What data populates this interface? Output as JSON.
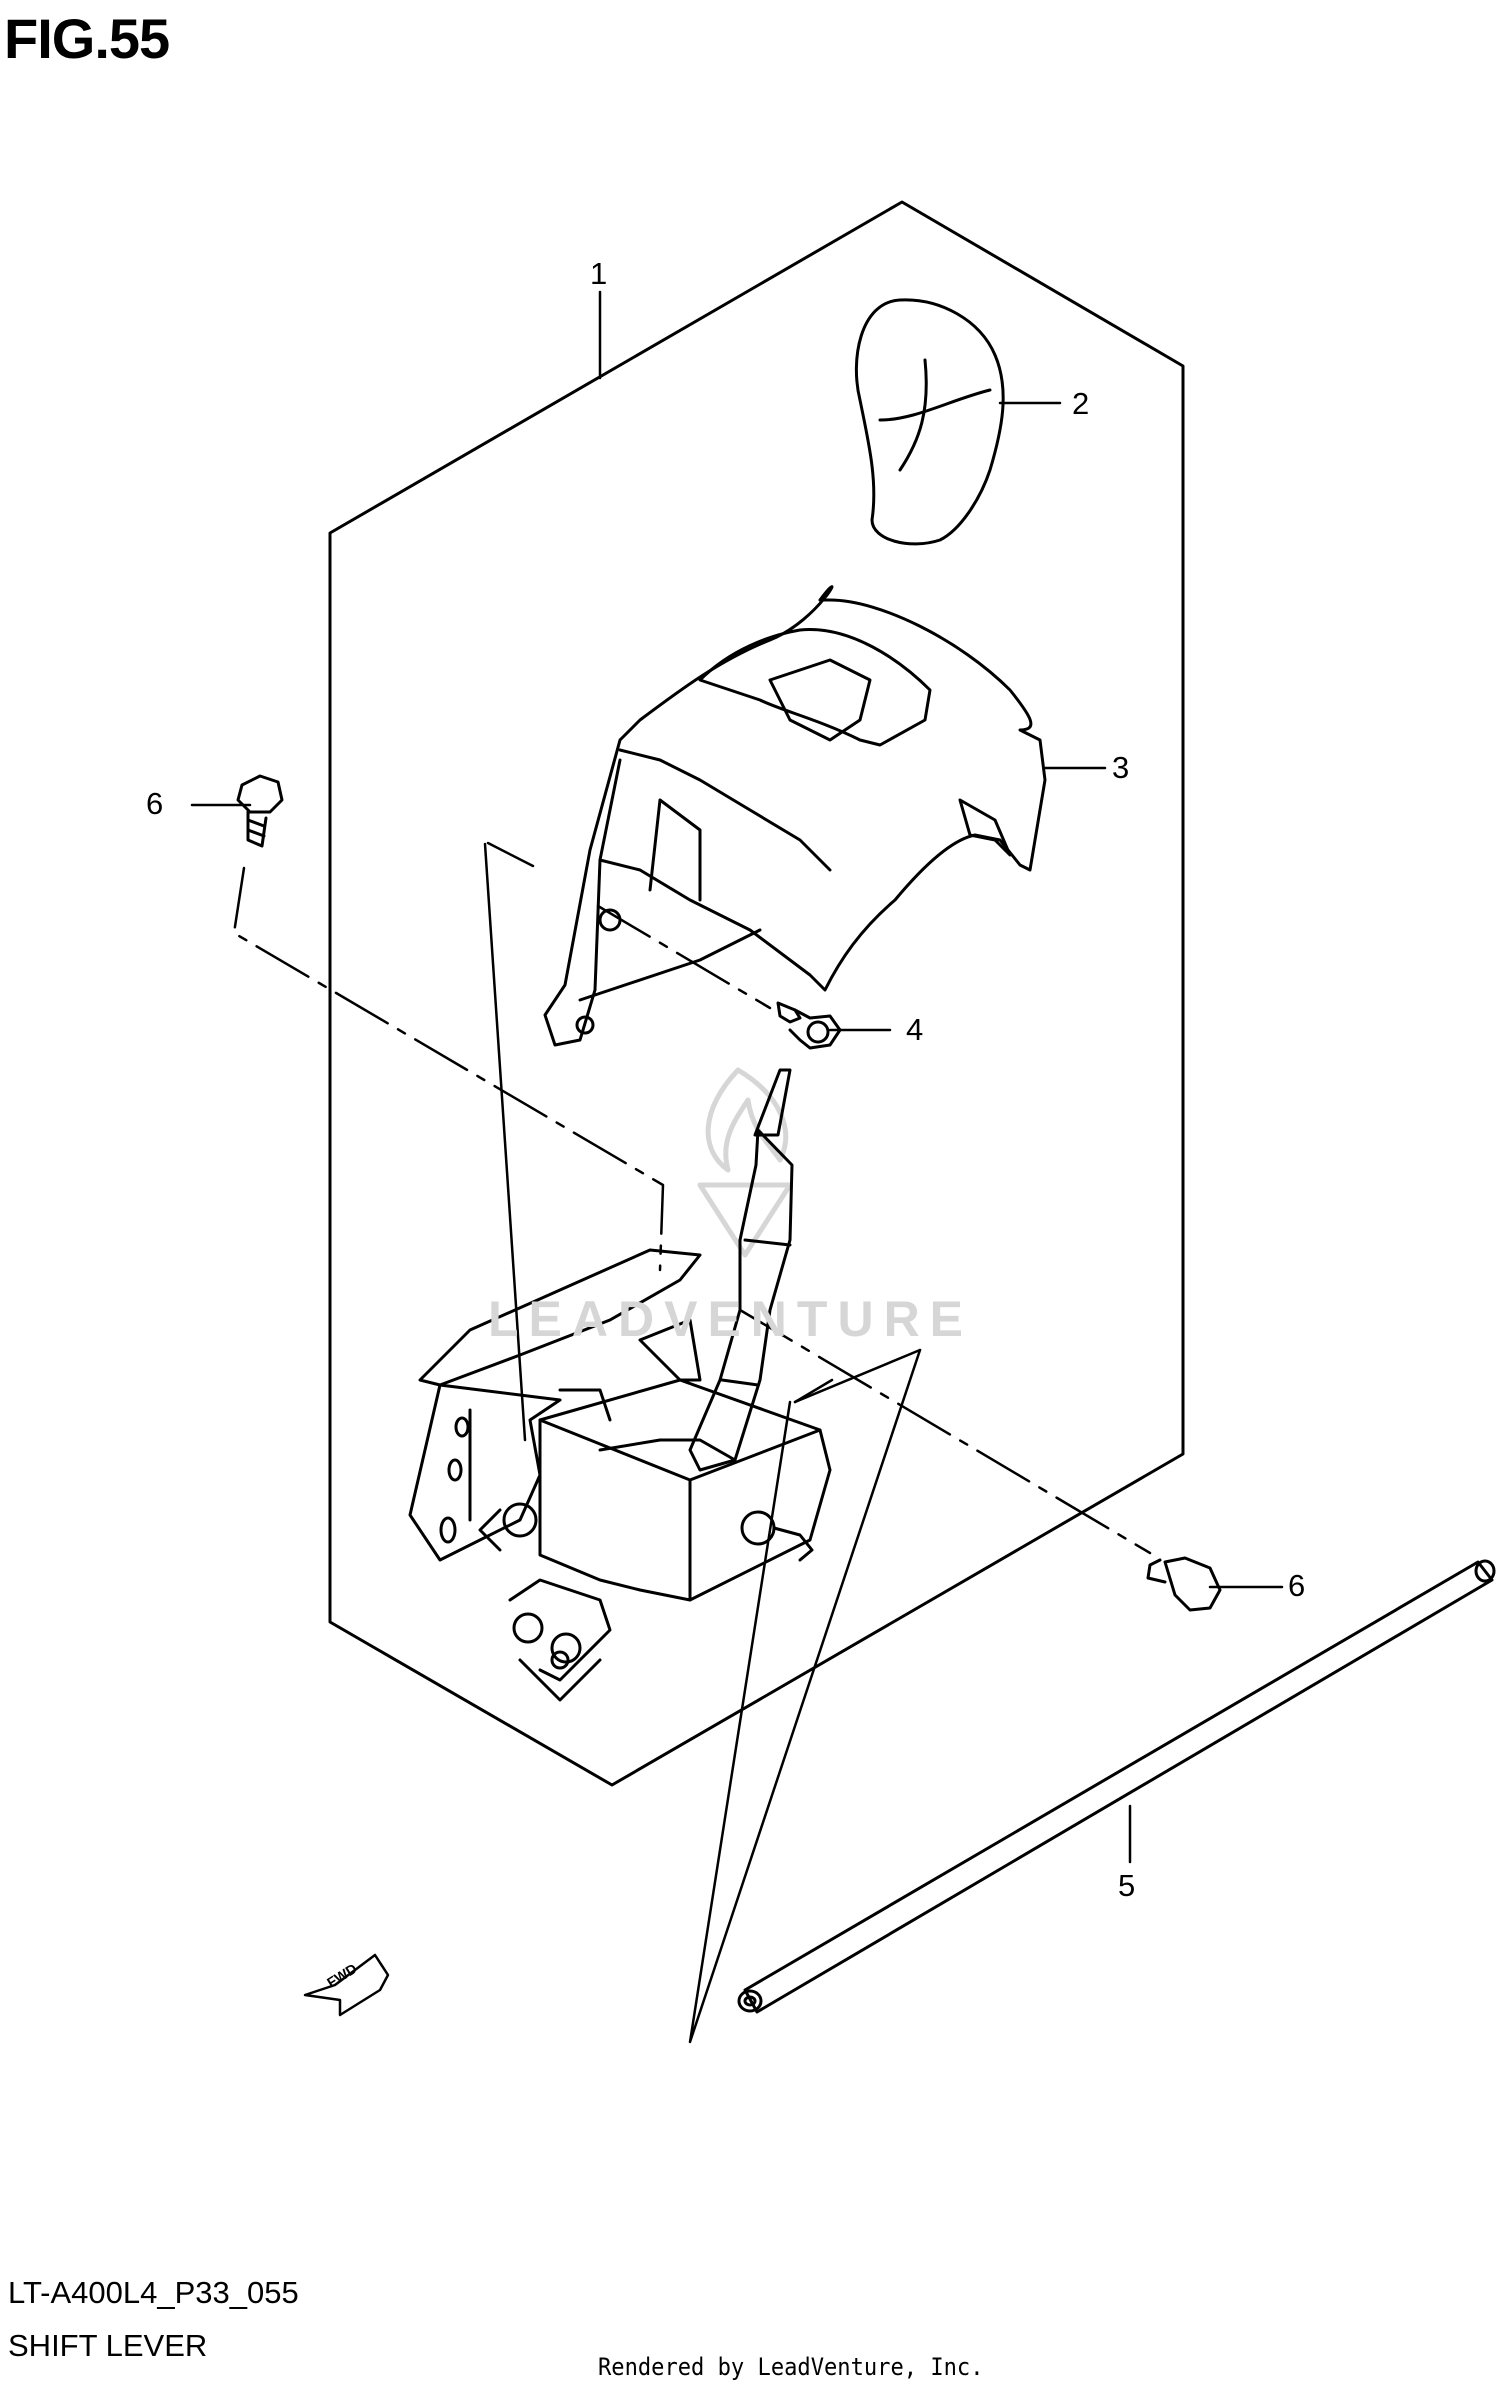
{
  "figure": {
    "title": "FIG.55",
    "model_code": "LT-A400L4_P33_055",
    "name": "SHIFT LEVER",
    "credit": "Rendered by LeadVenture, Inc."
  },
  "watermark": {
    "text": "LEADVENTURE"
  },
  "fwd_arrow": {
    "label": "FWD"
  },
  "callouts": [
    "1",
    "2",
    "3",
    "4",
    "5",
    "6",
    "6"
  ],
  "colors": {
    "line": "#000000",
    "background": "#ffffff",
    "watermark": "#d6d6d6"
  }
}
